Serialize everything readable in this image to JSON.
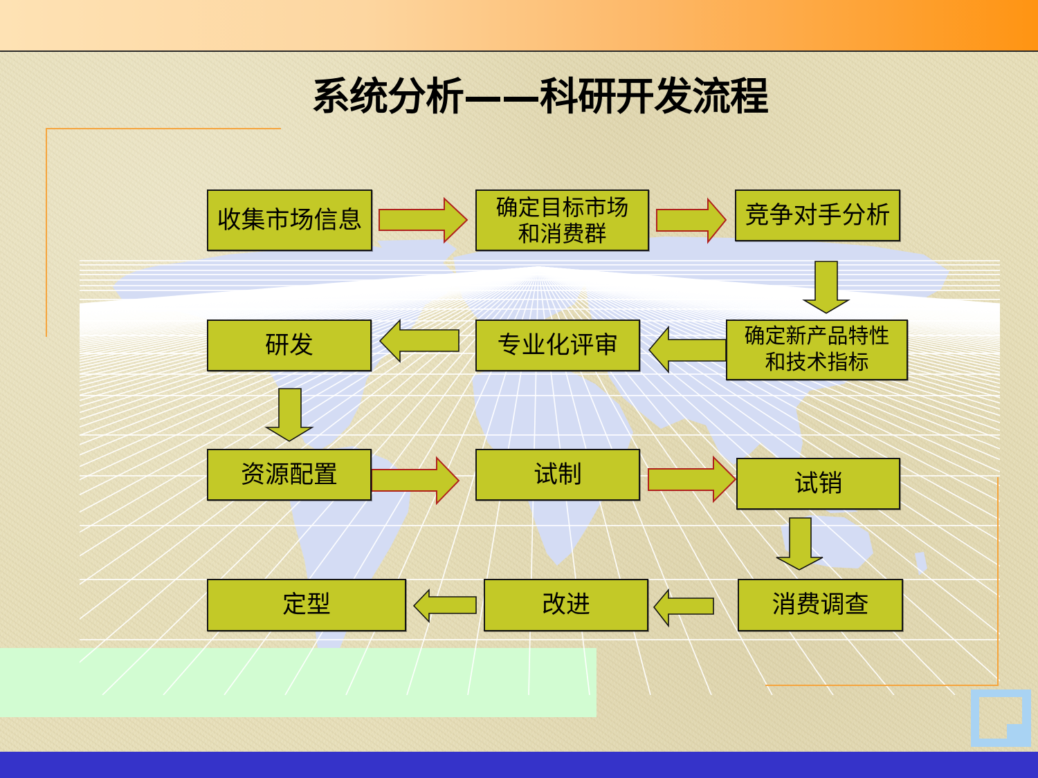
{
  "slide": {
    "title": "系统分析——科研开发流程"
  },
  "flowchart": {
    "steps": [
      {
        "lines": [
          "收集市场信息"
        ]
      },
      {
        "lines": [
          "确定目标市场",
          "和消费群"
        ]
      },
      {
        "lines": [
          "竞争对手分析"
        ]
      },
      {
        "lines": [
          "确定新产品特性",
          "和技术指标"
        ]
      },
      {
        "lines": [
          "专业化评审"
        ]
      },
      {
        "lines": [
          "研发"
        ]
      },
      {
        "lines": [
          "资源配置"
        ]
      },
      {
        "lines": [
          "试制"
        ]
      },
      {
        "lines": [
          "试销"
        ]
      },
      {
        "lines": [
          "消费调查"
        ]
      },
      {
        "lines": [
          "改进"
        ]
      },
      {
        "lines": [
          "定型"
        ]
      }
    ],
    "connectors": [
      {
        "from": 0,
        "to": 1,
        "direction": "right",
        "outline": "red"
      },
      {
        "from": 1,
        "to": 2,
        "direction": "right",
        "outline": "red"
      },
      {
        "from": 2,
        "to": 3,
        "direction": "down",
        "outline": "black"
      },
      {
        "from": 3,
        "to": 4,
        "direction": "left",
        "outline": "black"
      },
      {
        "from": 4,
        "to": 5,
        "direction": "left",
        "outline": "black"
      },
      {
        "from": 5,
        "to": 6,
        "direction": "down",
        "outline": "black"
      },
      {
        "from": 6,
        "to": 7,
        "direction": "right",
        "outline": "red"
      },
      {
        "from": 7,
        "to": 8,
        "direction": "right",
        "outline": "red"
      },
      {
        "from": 8,
        "to": 9,
        "direction": "down",
        "outline": "black"
      },
      {
        "from": 9,
        "to": 10,
        "direction": "left",
        "outline": "black"
      },
      {
        "from": 10,
        "to": 11,
        "direction": "left",
        "outline": "black"
      }
    ]
  },
  "icons": {
    "connector": "block-arrow-icon",
    "corner": "square-frame-icon",
    "background": "world-map-perspective-grid"
  },
  "colors": {
    "header_gradient_start": "#fee2b4",
    "header_gradient_end": "#ff9412",
    "background": "#e7dfba",
    "box_fill": "#c3c927",
    "box_border": "#141414",
    "arrow_outline_red": "#b0201c",
    "frame_orange": "#f6a43c",
    "green_panel": "#d2fcd2",
    "map_fill": "#d4dcf4",
    "corner_icon": "#a9d3f3",
    "footer_bar": "#3533c9"
  }
}
